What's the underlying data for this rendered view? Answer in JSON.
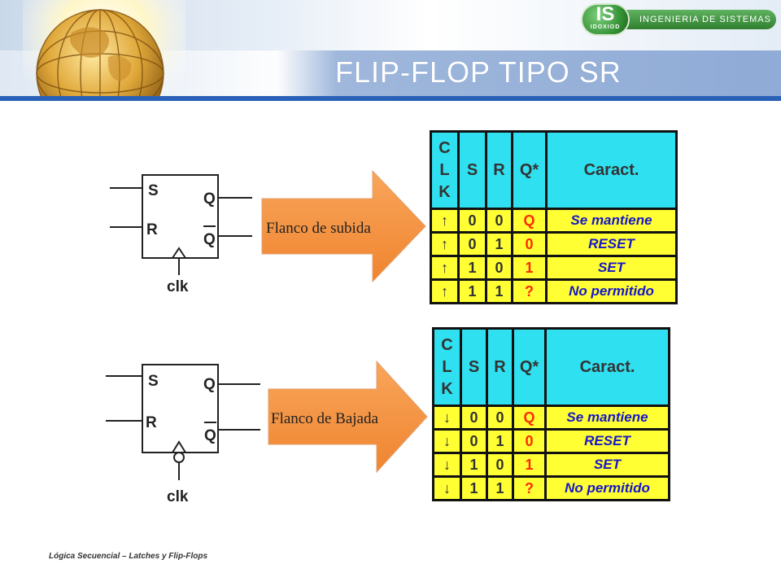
{
  "slide": {
    "title": "FLIP-FLOP TIPO SR",
    "footer": "Lógica Secuencial – Latches y Flip-Flops"
  },
  "logo": {
    "badge": "IS",
    "badge_sub": "IDOXIOD",
    "text": "INGENIERIA DE SISTEMAS"
  },
  "flipflop": {
    "input_s": "S",
    "input_r": "R",
    "output_q": "Q",
    "output_qbar": "Q",
    "clock": "clk"
  },
  "arrows": {
    "rising": "Flanco de subida",
    "falling": "Flanco de Bajada"
  },
  "table_headers": {
    "clk_letters": [
      "C",
      "L",
      "K"
    ],
    "s": "S",
    "r": "R",
    "q": "Q*",
    "carac": "Caract."
  },
  "rising_table": [
    {
      "clk": "↑",
      "s": "0",
      "r": "0",
      "q": "Q",
      "carac": "Se mantiene"
    },
    {
      "clk": "↑",
      "s": "0",
      "r": "1",
      "q": "0",
      "carac": "RESET"
    },
    {
      "clk": "↑",
      "s": "1",
      "r": "0",
      "q": "1",
      "carac": "SET"
    },
    {
      "clk": "↑",
      "s": "1",
      "r": "1",
      "q": "?",
      "carac": "No permitido"
    }
  ],
  "falling_table": [
    {
      "clk": "↓",
      "s": "0",
      "r": "0",
      "q": "Q",
      "carac": "Se mantiene"
    },
    {
      "clk": "↓",
      "s": "0",
      "r": "1",
      "q": "0",
      "carac": "RESET"
    },
    {
      "clk": "↓",
      "s": "1",
      "r": "0",
      "q": "1",
      "carac": "SET"
    },
    {
      "clk": "↓",
      "s": "1",
      "r": "1",
      "q": "?",
      "carac": "No permitido"
    }
  ],
  "colors": {
    "header_cyan": "#2fe0f0",
    "row_yellow": "#ffff33",
    "arrow_orange": "#f5923e",
    "q_red": "#ff2a00",
    "carac_blue": "#1818c8",
    "title_bar_blue": "#2a61b8"
  }
}
